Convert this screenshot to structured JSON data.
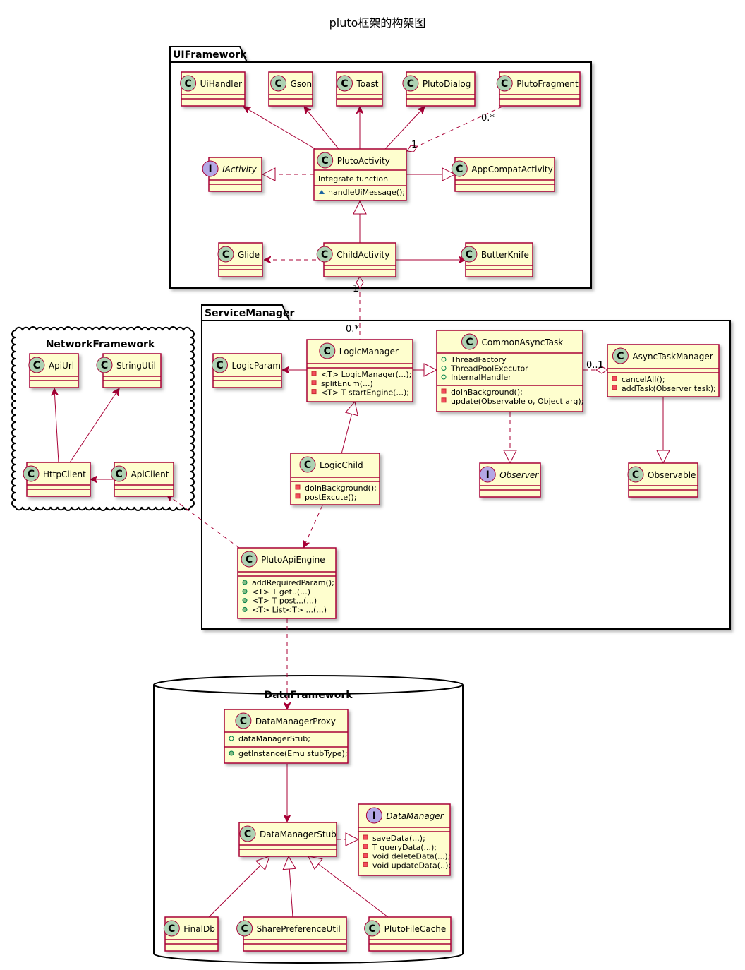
{
  "title": "pluto框架的构架图",
  "colors": {
    "class_fill": "#FEFECE",
    "class_border": "#A80036",
    "class_badge": "#ADD1B2",
    "interface_badge": "#B4A7E5",
    "edge": "#A80036",
    "package_border": "#000000"
  },
  "packages": {
    "ui": "UIFramework",
    "service": "ServiceManager",
    "network": "NetworkFramework",
    "data": "DataFramework"
  },
  "classes": {
    "uihandler": {
      "stereo": "C",
      "name": "UiHandler"
    },
    "gson": {
      "stereo": "C",
      "name": "Gson"
    },
    "toast": {
      "stereo": "C",
      "name": "Toast"
    },
    "plutodialog": {
      "stereo": "C",
      "name": "PlutoDialog"
    },
    "plutofragment": {
      "stereo": "C",
      "name": "PlutoFragment"
    },
    "iactivity": {
      "stereo": "I",
      "name": "IActivity"
    },
    "plutoactivity": {
      "stereo": "C",
      "name": "PlutoActivity",
      "fields": [
        "Integrate function"
      ],
      "methods": [
        "handleUiMessage();"
      ]
    },
    "appcompatactivity": {
      "stereo": "C",
      "name": "AppCompatActivity"
    },
    "glide": {
      "stereo": "C",
      "name": "Glide"
    },
    "childactivity": {
      "stereo": "C",
      "name": "ChildActivity"
    },
    "butterknife": {
      "stereo": "C",
      "name": "ButterKnife"
    },
    "apiurl": {
      "stereo": "C",
      "name": "ApiUrl"
    },
    "stringutil": {
      "stereo": "C",
      "name": "StringUtil"
    },
    "httpclient": {
      "stereo": "C",
      "name": "HttpClient"
    },
    "apiclient": {
      "stereo": "C",
      "name": "ApiClient"
    },
    "logicparam": {
      "stereo": "C",
      "name": "LogicParam"
    },
    "logicmanager": {
      "stereo": "C",
      "name": "LogicManager",
      "methods": [
        "<T> LogicManager(...);",
        "splitEnum(...)",
        "<T> T startEngine(...);"
      ]
    },
    "commonasynctask": {
      "stereo": "C",
      "name": "CommonAsyncTask",
      "fields": [
        "ThreadFactory",
        "ThreadPoolExecutor",
        "InternalHandler"
      ],
      "methods": [
        "doInBackground();",
        "update(Observable o, Object arg);"
      ]
    },
    "asynctaskmanager": {
      "stereo": "C",
      "name": "AsyncTaskManager",
      "methods": [
        "cancelAll();",
        "addTask(Observer task);"
      ]
    },
    "logicchild": {
      "stereo": "C",
      "name": "LogicChild",
      "methods": [
        "doInBackground();",
        "postExcute();"
      ]
    },
    "observer": {
      "stereo": "I",
      "name": "Observer"
    },
    "observable": {
      "stereo": "C",
      "name": "Observable"
    },
    "plutoapiengine": {
      "stereo": "C",
      "name": "PlutoApiEngine",
      "methods": [
        "addRequiredParam();",
        "<T> T get..(...)",
        "<T> T post...(...)",
        "<T> List<T> ...(...)"
      ]
    },
    "datamanagerproxy": {
      "stereo": "C",
      "name": "DataManagerProxy",
      "fields": [
        "dataManagerStub;"
      ],
      "methods": [
        "getInstance(Emu stubType);"
      ]
    },
    "datamanagerstub": {
      "stereo": "C",
      "name": "DataManagerStub"
    },
    "datamanager": {
      "stereo": "I",
      "name": "DataManager",
      "methods": [
        "saveData(...);",
        "T queryData(...);",
        "void deleteData(...);",
        "void updateData(..);"
      ]
    },
    "finaldb": {
      "stereo": "C",
      "name": "FinalDb"
    },
    "sharepreferenceutil": {
      "stereo": "C",
      "name": "SharePreferenceUtil"
    },
    "plutofilecache": {
      "stereo": "C",
      "name": "PlutoFileCache"
    }
  },
  "multiplicities": {
    "fragment_many": "0.*",
    "fragment_one": "1",
    "child_one": "1",
    "logic_many": "0.*",
    "async_many": "0..1",
    "async_one": "1"
  }
}
